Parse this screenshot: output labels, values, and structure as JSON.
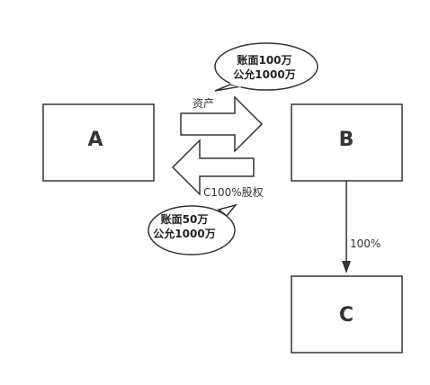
{
  "diagram": {
    "nodes": [
      {
        "id": "A",
        "label": "A"
      },
      {
        "id": "B",
        "label": "B"
      },
      {
        "id": "C",
        "label": "C"
      }
    ],
    "arrow_asset_label": "资产",
    "arrow_equity_label": "C100%股权",
    "arrow_ownership_label": "100%",
    "bubble_top": {
      "line1": "账面100万",
      "line2": "公允1000万"
    },
    "bubble_bottom": {
      "line1": "账面50万",
      "line2": "公允1000万"
    }
  }
}
